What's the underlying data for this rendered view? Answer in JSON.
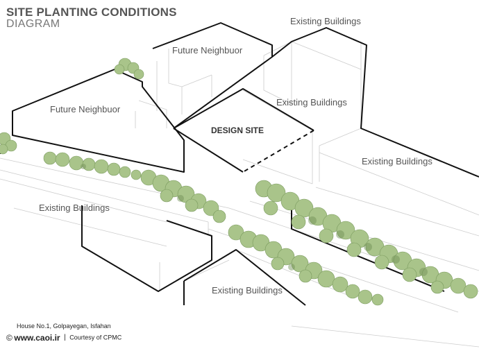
{
  "title": {
    "line1": "SITE PLANTING CONDITIONS",
    "line2": "DIAGRAM"
  },
  "labels": {
    "existing_top": "Existing Buildings",
    "future_top": "Future Neighbuor",
    "future_left": "Future Neighbuor",
    "existing_center": "Existing Buildings",
    "design_site": "DESIGN SITE",
    "existing_right": "Existing Buildings",
    "existing_left": "Existing Buildings",
    "existing_bottom": "Existing Buildings"
  },
  "footer": {
    "address": "House No.1, Golpayegan, Isfahan",
    "copyright_symbol": "©",
    "website": "www.caoi.ir",
    "separator": "|",
    "credit": "Courtesy of CPMC"
  },
  "colors": {
    "outline": "#111111",
    "thin_line": "#c8c8c8",
    "tree_light": "#a9c48a",
    "tree_dark": "#6f8f55"
  }
}
